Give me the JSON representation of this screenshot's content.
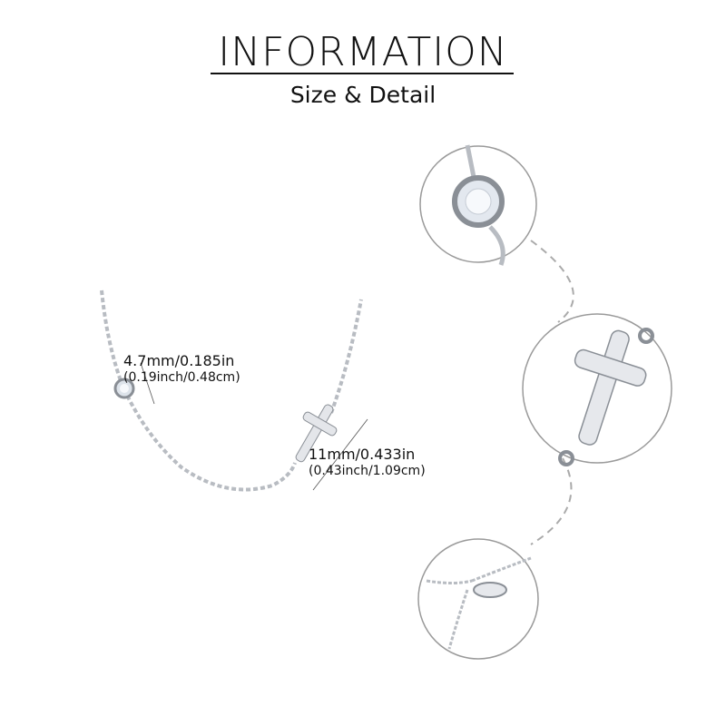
{
  "header": {
    "title": "INFORMATION",
    "subtitle": "Size & Detail"
  },
  "dimensions": {
    "stone": {
      "primary": "4.7mm/0.185in",
      "secondary": "(0.19inch/0.48cm)"
    },
    "cross": {
      "primary": "11mm/0.433in",
      "secondary": "(0.43inch/1.09cm)"
    }
  },
  "colors": {
    "metal": "#b8bcc2",
    "connector": "#aaaaaa",
    "circle_border": "#9a9a9a"
  }
}
